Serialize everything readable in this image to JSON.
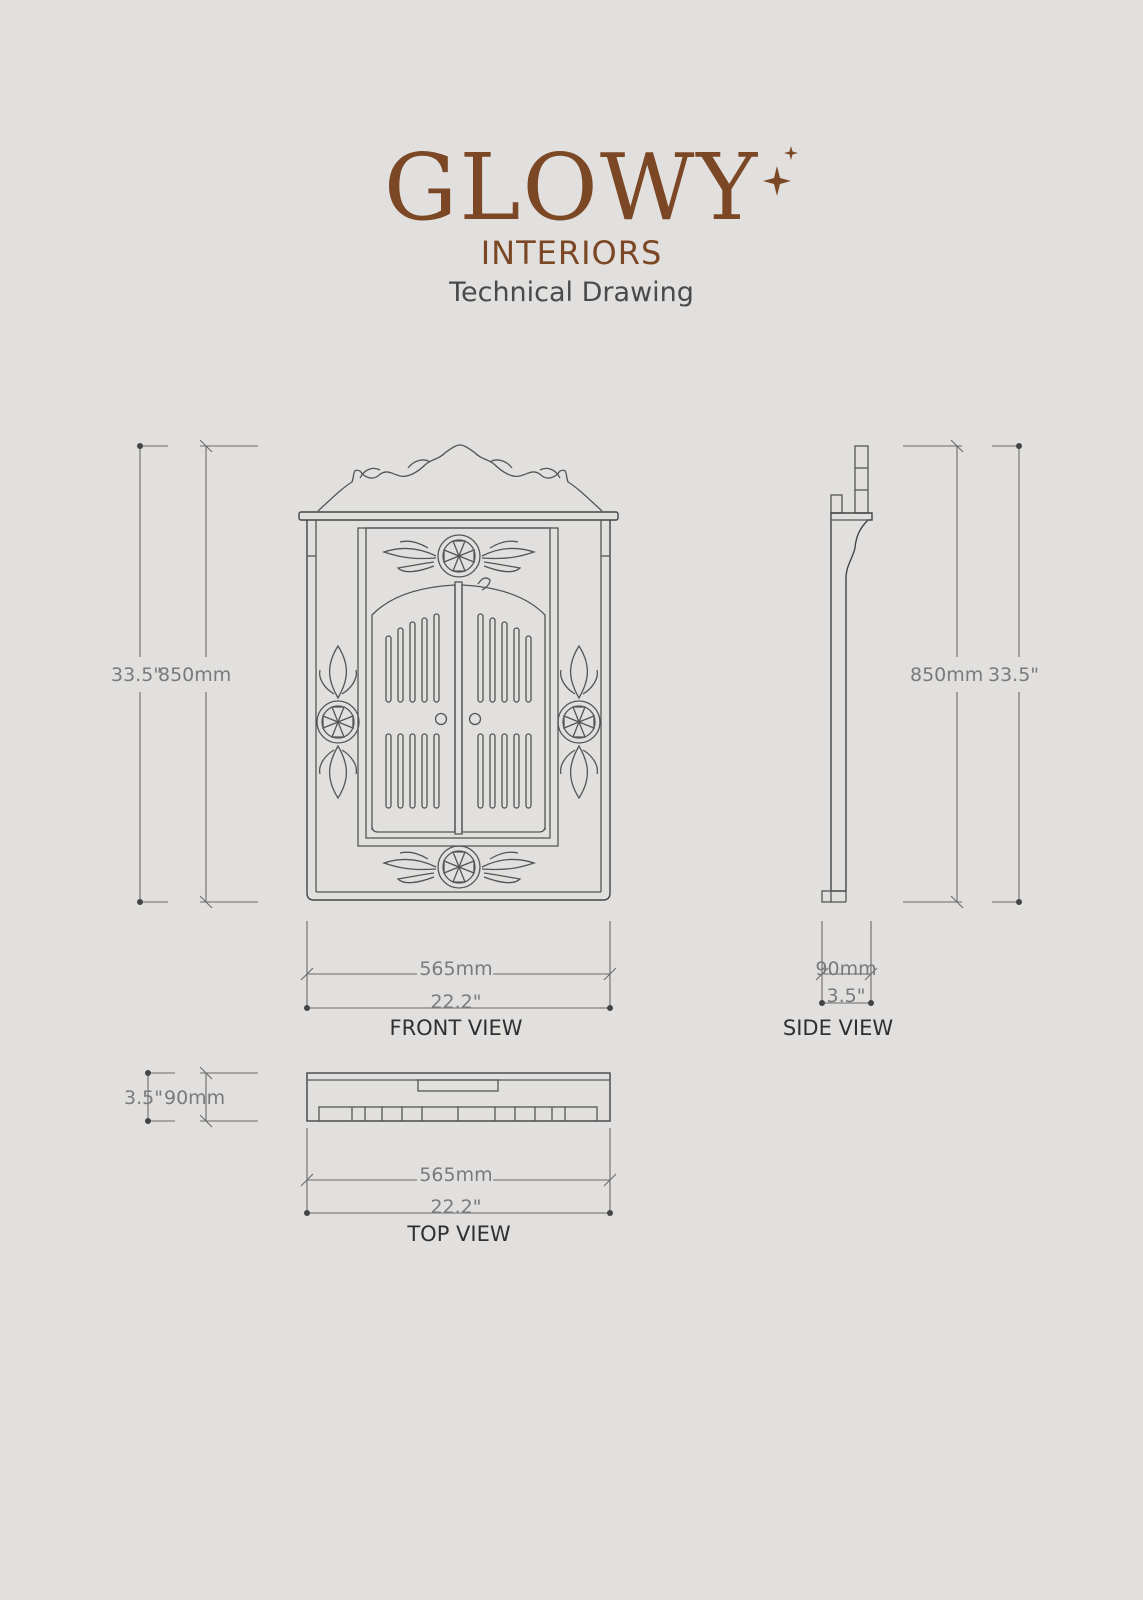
{
  "brand": {
    "name": "GLOWY",
    "subtitle": "INTERIORS",
    "doc_title": "Technical Drawing",
    "color": "#7b4724"
  },
  "front_view": {
    "label": "FRONT VIEW",
    "height_in": "33.5\"",
    "height_mm": "850mm",
    "width_mm": "565mm",
    "width_in": "22.2\""
  },
  "side_view": {
    "label": "SIDE VIEW",
    "height_mm": "850mm",
    "height_in": "33.5\"",
    "depth_mm": "90mm",
    "depth_in": "3.5\""
  },
  "top_view": {
    "label": "TOP VIEW",
    "depth_in": "3.5\"",
    "depth_mm": "90mm",
    "width_mm": "565mm",
    "width_in": "22.2\""
  },
  "icons": {
    "brand_mark": "sparkle-icon"
  }
}
